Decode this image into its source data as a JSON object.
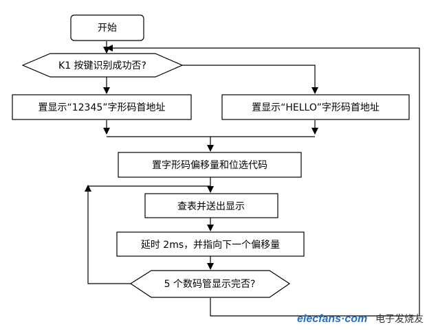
{
  "diagram": {
    "nodes": {
      "start": "开始",
      "decision_k1": "K1 按键识别成功否?",
      "set_12345": "置显示“12345”字形码首地址",
      "set_hello": "置显示“HELLO”字形码首地址",
      "set_offset": "置字形码偏移量和位选代码",
      "lookup_display": "查表并送出显示",
      "delay_next": "延时 2ms，并指向下一个偏移量",
      "decision_done": "5 个数码管显示完否?"
    }
  },
  "watermark": {
    "brand": "elecfans·com",
    "subtitle": "电子发烧友"
  }
}
